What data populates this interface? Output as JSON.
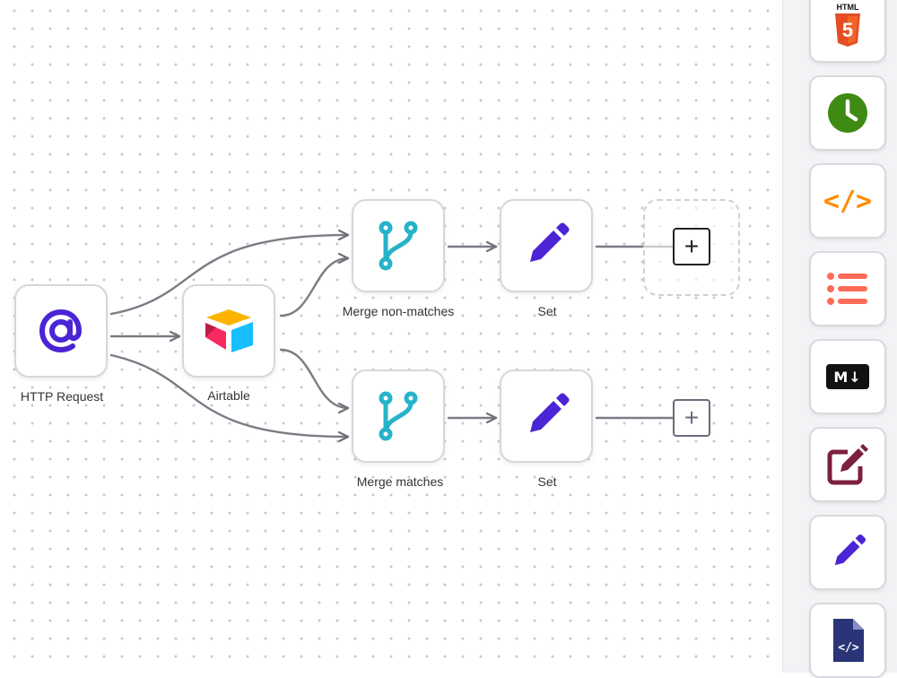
{
  "nodes": {
    "http_request": {
      "label": "HTTP Request",
      "icon": "at-sign-icon",
      "color": "#4b24d6"
    },
    "airtable": {
      "label": "Airtable",
      "icon": "airtable-logo-icon"
    },
    "merge_non_matches": {
      "label": "Merge non-matches",
      "icon": "merge-branch-icon",
      "color": "#26b3c9"
    },
    "merge_matches": {
      "label": "Merge matches",
      "icon": "merge-branch-icon",
      "color": "#26b3c9"
    },
    "set_top": {
      "label": "Set",
      "icon": "pencil-icon",
      "color": "#4b24d6"
    },
    "set_bottom": {
      "label": "Set",
      "icon": "pencil-icon",
      "color": "#4b24d6"
    }
  },
  "connections": [
    [
      "http_request",
      "merge_non_matches"
    ],
    [
      "http_request",
      "airtable"
    ],
    [
      "http_request",
      "merge_matches"
    ],
    [
      "airtable",
      "merge_non_matches"
    ],
    [
      "airtable",
      "merge_matches"
    ],
    [
      "merge_non_matches",
      "set_top"
    ],
    [
      "merge_matches",
      "set_bottom"
    ]
  ],
  "add_buttons": {
    "symbol": "+"
  },
  "node_panel": {
    "items": [
      {
        "name": "html-node",
        "icon": "html5-icon",
        "text": "HTML",
        "glyph": "5",
        "color": "#e44d26"
      },
      {
        "name": "cron-node",
        "icon": "clock-icon",
        "color": "#3f8a12"
      },
      {
        "name": "code-node",
        "icon": "code-brackets-icon",
        "text": "</>",
        "color": "#ff8a00"
      },
      {
        "name": "item-lists-node",
        "icon": "list-icon",
        "color": "#ff6b57"
      },
      {
        "name": "markdown-node",
        "icon": "markdown-icon",
        "text": "M↓",
        "color": "#111111"
      },
      {
        "name": "edit-node",
        "icon": "edit-square-icon",
        "color": "#7d1f3f"
      },
      {
        "name": "set-node",
        "icon": "pencil-icon",
        "color": "#4b24d6"
      },
      {
        "name": "code-file-node",
        "icon": "code-file-icon",
        "text": "</>",
        "color": "#2a3477"
      }
    ]
  }
}
